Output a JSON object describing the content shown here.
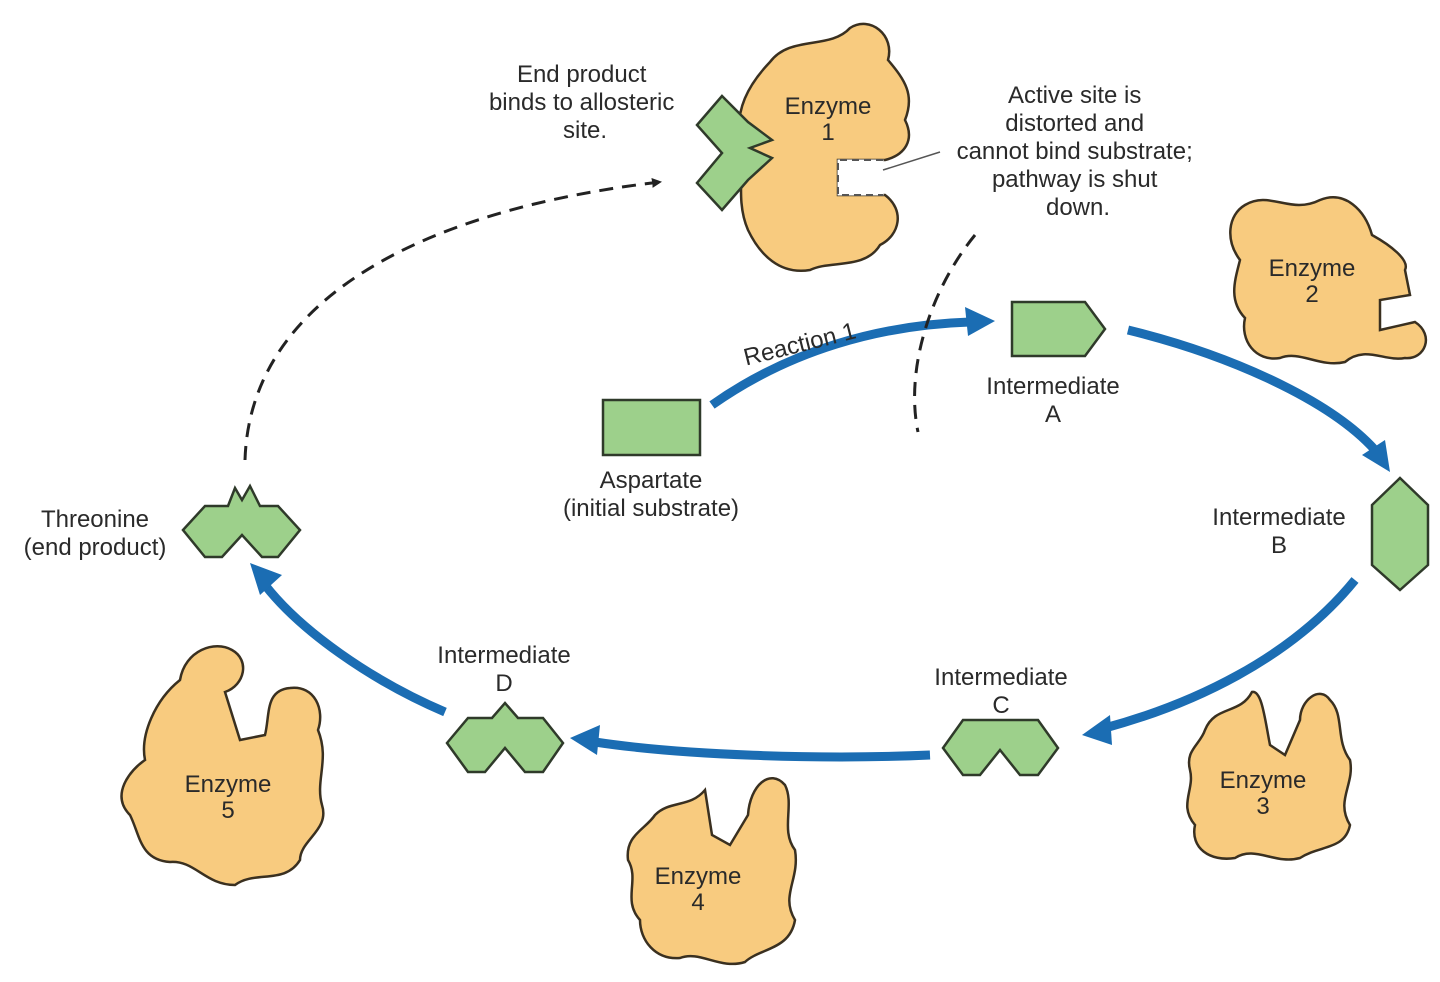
{
  "title_labels": {
    "end_product_note": [
      "End product",
      "binds to allosteric",
      "site."
    ],
    "active_site_note": [
      "Active site is",
      "distorted and",
      "cannot bind substrate;",
      "pathway is shut",
      "down."
    ],
    "reaction1": "Reaction 1"
  },
  "enzymes": [
    {
      "name": "Enzyme",
      "num": "1"
    },
    {
      "name": "Enzyme",
      "num": "2"
    },
    {
      "name": "Enzyme",
      "num": "3"
    },
    {
      "name": "Enzyme",
      "num": "4"
    },
    {
      "name": "Enzyme",
      "num": "5"
    }
  ],
  "molecules": {
    "aspartate": [
      "Aspartate",
      "(initial substrate)"
    ],
    "int_a": [
      "Intermediate",
      "A"
    ],
    "int_b": [
      "Intermediate",
      "B"
    ],
    "int_c": [
      "Intermediate",
      "C"
    ],
    "int_d": [
      "Intermediate",
      "D"
    ],
    "threonine": [
      "Threonine",
      "(end product)"
    ]
  },
  "colors": {
    "enzyme": "#f8cb7f",
    "molecule": "#9dd08b",
    "arrow": "#1b6db3"
  }
}
